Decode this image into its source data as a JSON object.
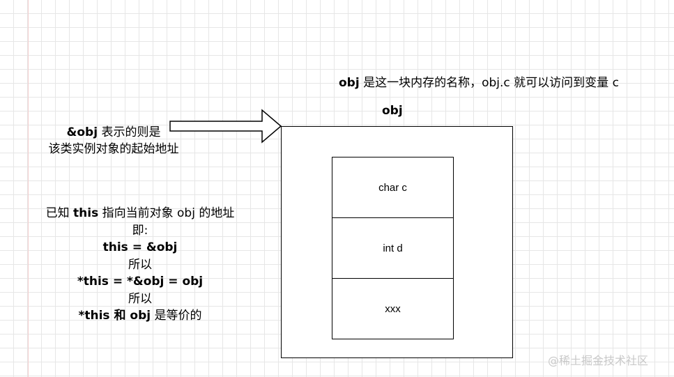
{
  "top_caption": {
    "obj": "obj",
    "rest": " 是这一块内存的名称，obj.c 就可以访问到变量 c"
  },
  "box_label": "obj",
  "address_label": {
    "bold": "&obj",
    "line1_rest": " 表示的则是",
    "line2": "该类实例对象的起始地址"
  },
  "explanation": {
    "line1": {
      "pre": "已知 ",
      "bold": "this",
      "post": " 指向当前对象 obj 的地址"
    },
    "line2": "即:",
    "line3": "this = &obj",
    "line4": "所以",
    "line5": "*this = *&obj = obj",
    "line6": "所以",
    "line7": {
      "bold1": "*this",
      "mid": " 和 ",
      "bold2": "obj",
      "post": " 是等价的"
    }
  },
  "memory_cells": [
    "char c",
    "int d",
    "xxx"
  ],
  "watermark": "@稀土掘金技术社区"
}
